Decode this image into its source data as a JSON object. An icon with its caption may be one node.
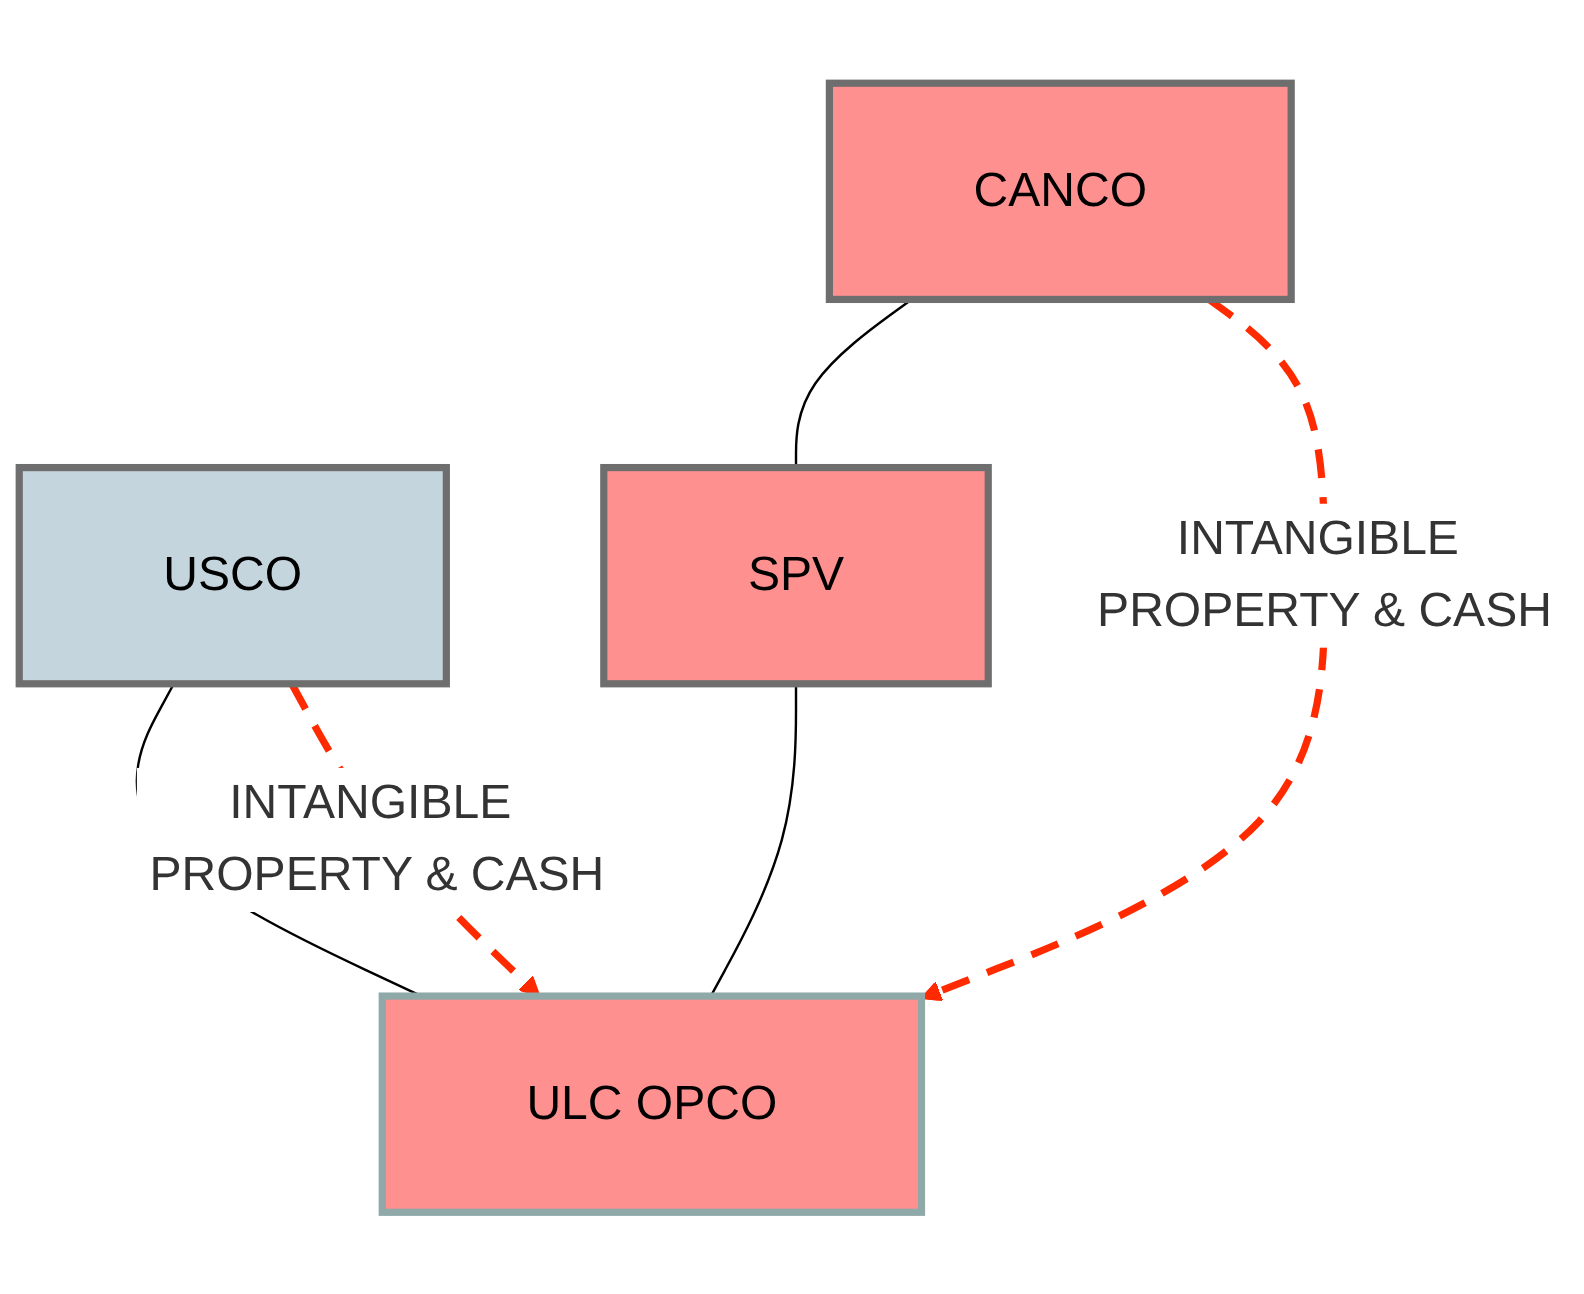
{
  "diagram": {
    "nodes": [
      {
        "text": [
          "USCO"
        ]
      },
      {
        "text": [
          "CANCO"
        ]
      },
      {
        "text": [
          "SPV"
        ]
      },
      {
        "text": [
          "ULC OPCO"
        ]
      }
    ],
    "edges": [
      {
        "from": 0,
        "to": 3,
        "arrow": "none"
      },
      {
        "from": 1,
        "to": 2,
        "arrow": "none"
      },
      {
        "from": 2,
        "to": 3,
        "arrow": "none"
      },
      {
        "from": 0,
        "to": 3,
        "arrow": "to",
        "style": "dashed",
        "color": "#ff2a00",
        "label": "INTANGIBLE PROPERTY & CASH"
      },
      {
        "from": 1,
        "to": 3,
        "arrow": "to",
        "style": "dashed",
        "color": "#ff2a00",
        "label": "INTANGIBLE PROPERTY & CASH"
      }
    ]
  }
}
